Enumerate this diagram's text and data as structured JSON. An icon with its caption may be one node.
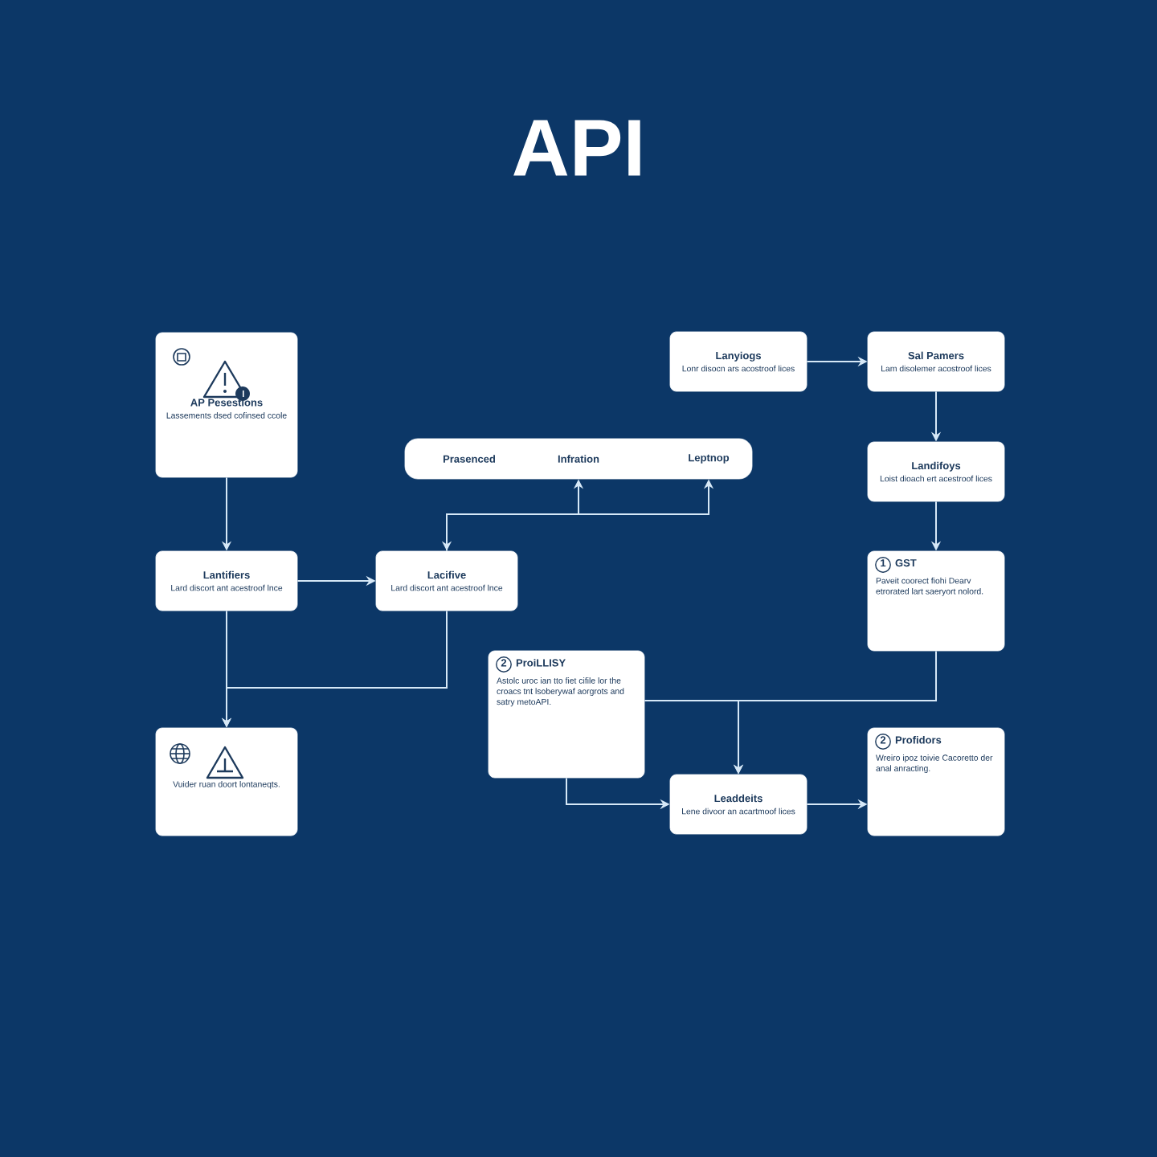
{
  "diagram": {
    "title": "API",
    "nodes": [
      {
        "text": [
          "AP Pesestions",
          "Lassements dsed cofinsed ccole"
        ]
      },
      {
        "text": [],
        "shape": "bar"
      },
      {
        "text": [
          "Prasenced"
        ],
        "in": 1
      },
      {
        "text": [
          "Infration"
        ],
        "in": 1
      },
      {
        "text": [
          "Leptnop"
        ],
        "in": 1
      },
      {
        "text": [
          "Lanyiogs",
          "Lonr disocn ars acostroof lices"
        ]
      },
      {
        "text": [
          "Sal Pamers",
          "Lam disolemer acostroof lices"
        ]
      },
      {
        "text": [
          "Lantifiers",
          "Lard discort ant acestroof lnce"
        ]
      },
      {
        "text": [
          "Lacifive",
          "Lard discort ant acestroof lnce"
        ]
      },
      {
        "text": [
          "Landifoys",
          "Loist dioach ert acestroof lices"
        ]
      },
      {
        "text": [
          "1",
          "GST",
          "Paveit coorect fiohi Dearv etrorated lart saeryort nolord."
        ]
      },
      {
        "text": [
          "2",
          "ProiLLISY",
          "Astolc uroc ian tto fiet cifile lor the croacs tnt lsoberywaf aorgrots and satry metoAPI."
        ]
      },
      {
        "text": [
          "Vuider ruan doort lontaneqts."
        ]
      },
      {
        "text": [
          "Leaddeits",
          "Lene divoor an acartmoof lices"
        ]
      },
      {
        "text": [
          "2",
          "Profidors",
          "Wreiro ipoz toivie Cacoretto der anal anracting."
        ]
      }
    ],
    "edges": [
      {
        "from": 0,
        "to": 7,
        "arrow": "to"
      },
      {
        "from": 7,
        "to": 8,
        "arrow": "to"
      },
      {
        "from": 7,
        "to": 12,
        "arrow": "to"
      },
      {
        "from": 8,
        "to": 12,
        "arrow": "to"
      },
      {
        "from": 8,
        "to": 3,
        "arrow": "both"
      },
      {
        "from": 8,
        "to": 4,
        "arrow": "to"
      },
      {
        "from": 5,
        "to": 6,
        "arrow": "to"
      },
      {
        "from": 6,
        "to": 9,
        "arrow": "to"
      },
      {
        "from": 9,
        "to": 10,
        "arrow": "to"
      },
      {
        "from": 10,
        "to": 13,
        "arrow": "to"
      },
      {
        "from": 11,
        "to": 13,
        "arrow": "to"
      },
      {
        "from": 11,
        "to": 13,
        "arrow": "to"
      },
      {
        "from": 13,
        "to": 14,
        "arrow": "to"
      }
    ]
  }
}
